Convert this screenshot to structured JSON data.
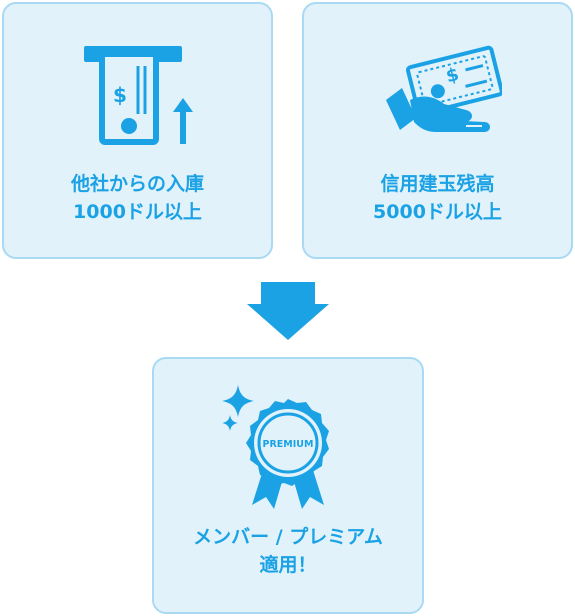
{
  "colors": {
    "card_background": "#e1f2fb",
    "card_border": "#a9d9f3",
    "accent": "#1aa2e5"
  },
  "condition_deposit": {
    "icon": "atm-cash-withdrawal-icon",
    "line1": "他社からの入庫",
    "line2": "1000ドル以上"
  },
  "condition_balance": {
    "icon": "hand-holding-money-icon",
    "line1": "信用建玉残高",
    "line2": "5000ドル以上"
  },
  "flow_arrow": {
    "icon": "arrow-down-icon"
  },
  "result_premium": {
    "icon": "premium-badge-icon",
    "badge_text": "PREMIUM",
    "line1": "メンバー / プレミアム",
    "line2": "適用！"
  }
}
